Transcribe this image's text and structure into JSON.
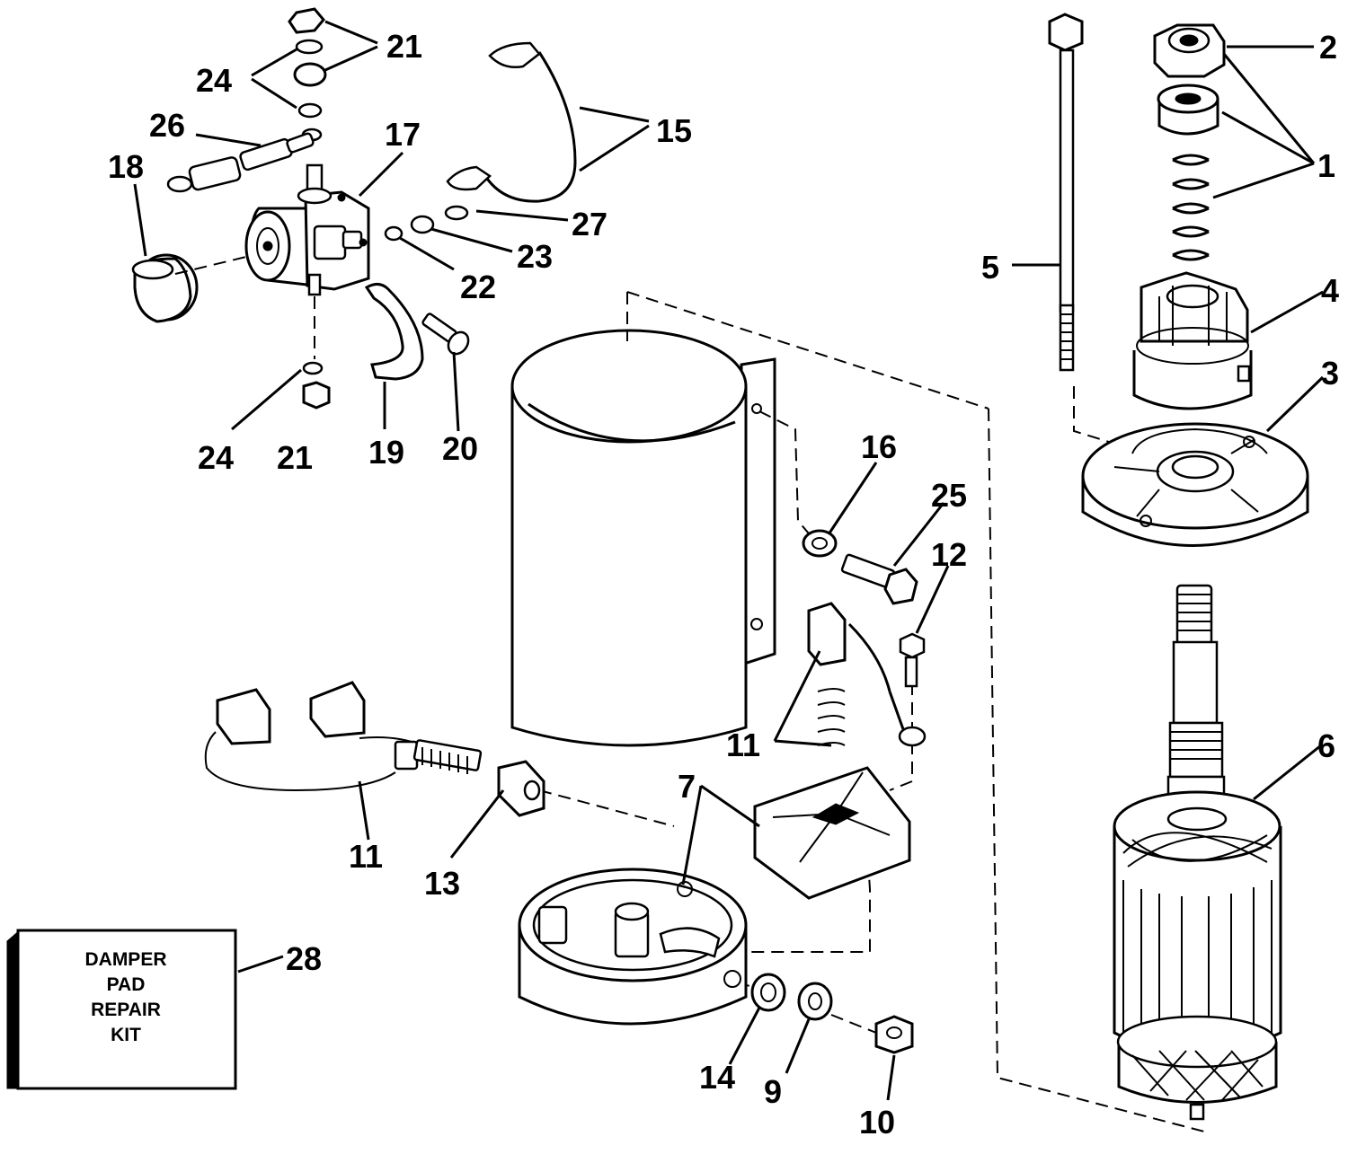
{
  "kit_box": {
    "lines": [
      "DAMPER",
      "PAD",
      "REPAIR",
      "KIT"
    ]
  },
  "callouts": [
    {
      "id": "c21a",
      "text": "21"
    },
    {
      "id": "c24a",
      "text": "24"
    },
    {
      "id": "c26",
      "text": "26"
    },
    {
      "id": "c17",
      "text": "17"
    },
    {
      "id": "c18",
      "text": "18"
    },
    {
      "id": "c15",
      "text": "15"
    },
    {
      "id": "c27",
      "text": "27"
    },
    {
      "id": "c23",
      "text": "23"
    },
    {
      "id": "c22",
      "text": "22"
    },
    {
      "id": "c24b",
      "text": "24"
    },
    {
      "id": "c21b",
      "text": "21"
    },
    {
      "id": "c19",
      "text": "19"
    },
    {
      "id": "c20",
      "text": "20"
    },
    {
      "id": "c2",
      "text": "2"
    },
    {
      "id": "c1",
      "text": "1"
    },
    {
      "id": "c5",
      "text": "5"
    },
    {
      "id": "c4",
      "text": "4"
    },
    {
      "id": "c3",
      "text": "3"
    },
    {
      "id": "c16",
      "text": "16"
    },
    {
      "id": "c25",
      "text": "25"
    },
    {
      "id": "c12",
      "text": "12"
    },
    {
      "id": "c11a",
      "text": "11"
    },
    {
      "id": "c6",
      "text": "6"
    },
    {
      "id": "c7",
      "text": "7"
    },
    {
      "id": "c11b",
      "text": "11"
    },
    {
      "id": "c13",
      "text": "13"
    },
    {
      "id": "c28",
      "text": "28"
    },
    {
      "id": "c14",
      "text": "14"
    },
    {
      "id": "c9",
      "text": "9"
    },
    {
      "id": "c10",
      "text": "10"
    }
  ]
}
